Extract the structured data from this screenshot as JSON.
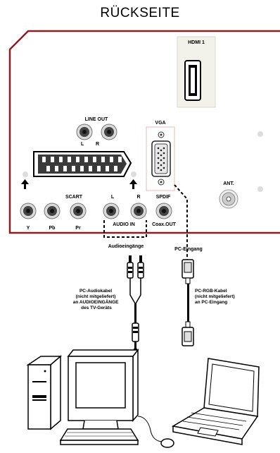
{
  "title": "RÜCKSEITE",
  "panel": {
    "hdmi_label": "HDMI 1",
    "line_out_label": "LINE OUT",
    "line_out_l": "L",
    "line_out_r": "R",
    "vga_label": "VGA",
    "scart_label": "SCART",
    "audio_l": "L",
    "audio_r": "R",
    "spdif_label": "SPDIF",
    "y_label": "Y",
    "pb_label": "Pb",
    "pr_label": "Pr",
    "audio_in_label": "AUDIO IN",
    "coax_out_label": "Coax.OUT",
    "ant_label": "ANT."
  },
  "callouts": {
    "audio_inputs": "Audioeingänge",
    "pc_input": "PC-Eingang",
    "audio_cable_lines": [
      "PC-Audiokabel",
      "(nicht mitgeliefert)",
      "an AUDIOEINGÄNGE",
      "des TV-Geräts"
    ],
    "rgb_cable_lines": [
      "PC-RGB-Kabel",
      "(nicht mitgeliefert)",
      "an PC-Eingang"
    ]
  },
  "colors": {
    "panel_border": "#8b1d24",
    "panel_fill": "#ffffff",
    "hdmi_box": "#f2f2ea",
    "jack_outer": "#d9d9d9",
    "jack_ring": "#555555"
  }
}
